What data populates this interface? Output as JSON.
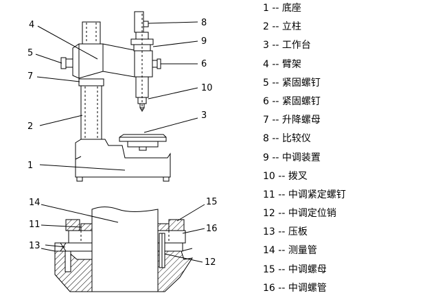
{
  "callouts": [
    "1",
    "2",
    "3",
    "4",
    "5",
    "6",
    "7",
    "8",
    "9",
    "10",
    "11",
    "12",
    "13",
    "14",
    "15",
    "16"
  ],
  "legend": [
    "1 -- 底座",
    "2 -- 立柱",
    "3 -- 工作台",
    "4 -- 臂架",
    "5 -- 紧固螺钉",
    "6 -- 紧固螺钉",
    "7 -- 升降螺母",
    "8 -- 比较仪",
    "9 -- 中调装置",
    "10 -- 拨叉",
    "11 -- 中调紧定螺钉",
    "12 -- 中调定位销",
    "13 -- 压板",
    "14 -- 测量管",
    "15 -- 中调螺母",
    "16 -- 中调螺管"
  ]
}
